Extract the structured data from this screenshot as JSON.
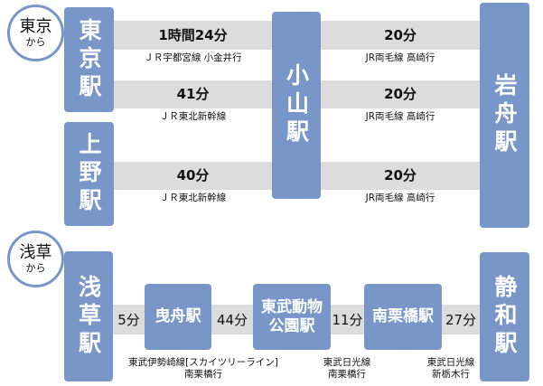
{
  "origins": [
    {
      "name": "東京",
      "suffix": "から"
    },
    {
      "name": "浅草",
      "suffix": "から"
    }
  ],
  "stations": {
    "tokyo": "東京駅",
    "ueno": "上野駅",
    "oyama": "小山駅",
    "iwafune": "岩舟駅",
    "asakusa": "浅草駅",
    "hikifune": "曳舟駅",
    "tobu_dobutsu_koen": "東武動物公園駅",
    "tobu_dobutsu_koen_line1": "東武動物",
    "tobu_dobutsu_koen_line2": "公園駅",
    "minami_kurihashi": "南栗橋駅",
    "shizuwa": "静和駅"
  },
  "routes_jr": [
    {
      "from": "東京駅",
      "to": "小山駅",
      "time": "1時間24分",
      "line": "ＪＲ宇都宮線 小金井行"
    },
    {
      "from": "小山駅",
      "to": "岩舟駅",
      "time": "20分",
      "line": "JR両毛線 高崎行"
    },
    {
      "from": "東京駅",
      "to": "小山駅",
      "time": "41分",
      "line": "ＪＲ東北新幹線"
    },
    {
      "from": "小山駅",
      "to": "岩舟駅",
      "time": "20分",
      "line": "JR両毛線 高崎行"
    },
    {
      "from": "上野駅",
      "to": "小山駅",
      "time": "40分",
      "line": "ＪＲ東北新幹線"
    },
    {
      "from": "小山駅",
      "to": "岩舟駅",
      "time": "20分",
      "line": "JR両毛線 高崎行"
    }
  ],
  "routes_tobu": [
    {
      "from": "浅草駅",
      "to": "曳舟駅",
      "time": "5分"
    },
    {
      "from": "曳舟駅",
      "to": "東武動物公園駅",
      "time": "44分",
      "line1": "東武伊勢崎線[スカイツリーライン]",
      "line2": "南栗橋行"
    },
    {
      "from": "東武動物公園駅",
      "to": "南栗橋駅",
      "time": "11分",
      "line1": "東武日光線",
      "line2": "南栗橋行"
    },
    {
      "from": "南栗橋駅",
      "to": "静和駅",
      "time": "27分",
      "line1": "東武日光線",
      "line2": "新栃木行"
    }
  ],
  "colors": {
    "station_fill": "#7896c8",
    "bar_fill": "#dcdcdc",
    "text": "#111111",
    "background": "#ffffff"
  }
}
